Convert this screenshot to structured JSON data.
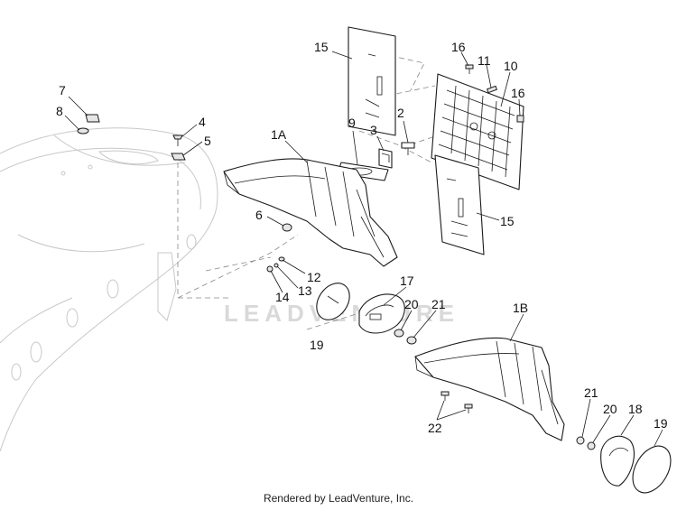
{
  "diagram": {
    "watermark": "LEADVENTURE",
    "footer": "Rendered by LeadVenture, Inc.",
    "callouts": [
      {
        "id": "c15a",
        "label": "15"
      },
      {
        "id": "c16a",
        "label": "16"
      },
      {
        "id": "c11",
        "label": "11"
      },
      {
        "id": "c10",
        "label": "10"
      },
      {
        "id": "c16b",
        "label": "16"
      },
      {
        "id": "c7",
        "label": "7"
      },
      {
        "id": "c8",
        "label": "8"
      },
      {
        "id": "c4",
        "label": "4"
      },
      {
        "id": "c5",
        "label": "5"
      },
      {
        "id": "c9",
        "label": "9"
      },
      {
        "id": "c3",
        "label": "3"
      },
      {
        "id": "c2",
        "label": "2"
      },
      {
        "id": "c1a",
        "label": "1A"
      },
      {
        "id": "c15b",
        "label": "15"
      },
      {
        "id": "c6",
        "label": "6"
      },
      {
        "id": "c12",
        "label": "12"
      },
      {
        "id": "c13",
        "label": "13"
      },
      {
        "id": "c14",
        "label": "14"
      },
      {
        "id": "c17",
        "label": "17"
      },
      {
        "id": "c20a",
        "label": "20"
      },
      {
        "id": "c21a",
        "label": "21"
      },
      {
        "id": "c1b",
        "label": "1B"
      },
      {
        "id": "c19a",
        "label": "19"
      },
      {
        "id": "c21b",
        "label": "21"
      },
      {
        "id": "c20b",
        "label": "20"
      },
      {
        "id": "c18",
        "label": "18"
      },
      {
        "id": "c19b",
        "label": "19"
      },
      {
        "id": "c22",
        "label": "22"
      }
    ]
  }
}
